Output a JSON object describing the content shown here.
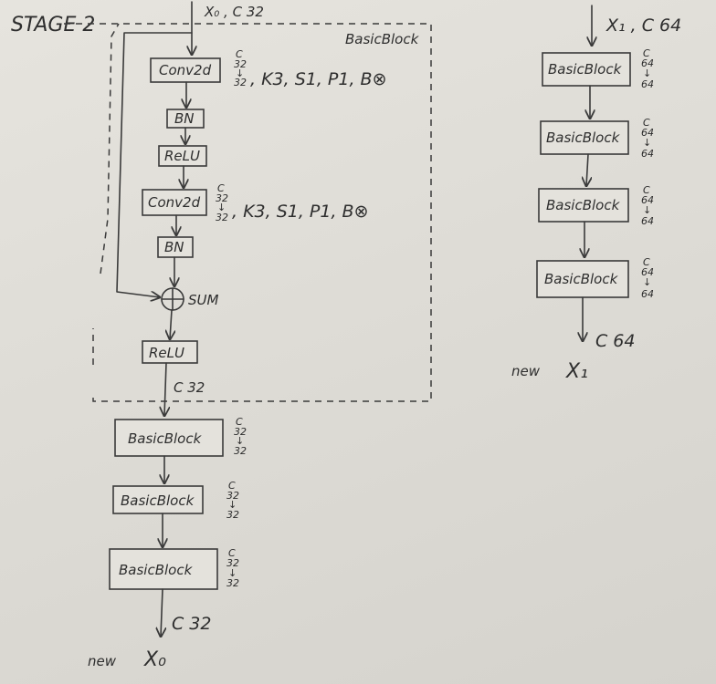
{
  "stage_title": "STAGE 2",
  "basic_block_label": "BasicBlock",
  "left": {
    "input_label": "X₀ , C 32",
    "conv1": {
      "label": "Conv2d",
      "ch_c": "C",
      "ch_in": "32",
      "arrow": "↓",
      "ch_out": "32",
      "params": ", K3, S1, P1, B⊗"
    },
    "bn1": "BN",
    "relu1": "ReLU",
    "conv2": {
      "label": "Conv2d",
      "ch_c": "C",
      "ch_in": "32",
      "arrow": "↓",
      "ch_out": "32",
      "params": ", K3, S1, P1, B⊗"
    },
    "bn2": "BN",
    "sum_label": "SUM",
    "relu2": "ReLU",
    "after_relu_label": "C 32",
    "blocks": [
      {
        "label": "BasicBlock",
        "ch_c": "C",
        "ch_in": "32",
        "arrow": "↓",
        "ch_out": "32"
      },
      {
        "label": "BasicBlock",
        "ch_c": "C",
        "ch_in": "32",
        "arrow": "↓",
        "ch_out": "32"
      },
      {
        "label": "BasicBlock",
        "ch_c": "C",
        "ch_in": "32",
        "arrow": "↓",
        "ch_out": "32"
      }
    ],
    "output_label": "C 32",
    "new_word": "new",
    "new_var": "X₀"
  },
  "right": {
    "input_label": "X₁ , C 64",
    "blocks": [
      {
        "label": "BasicBlock",
        "ch_c": "C",
        "ch_in": "64",
        "arrow": "↓",
        "ch_out": "64"
      },
      {
        "label": "BasicBlock",
        "ch_c": "C",
        "ch_in": "64",
        "arrow": "↓",
        "ch_out": "64"
      },
      {
        "label": "BasicBlock",
        "ch_c": "C",
        "ch_in": "64",
        "arrow": "↓",
        "ch_out": "64"
      },
      {
        "label": "BasicBlock",
        "ch_c": "C",
        "ch_in": "64",
        "arrow": "↓",
        "ch_out": "64"
      }
    ],
    "output_label": "C 64",
    "new_word": "new",
    "new_var": "X₁"
  }
}
